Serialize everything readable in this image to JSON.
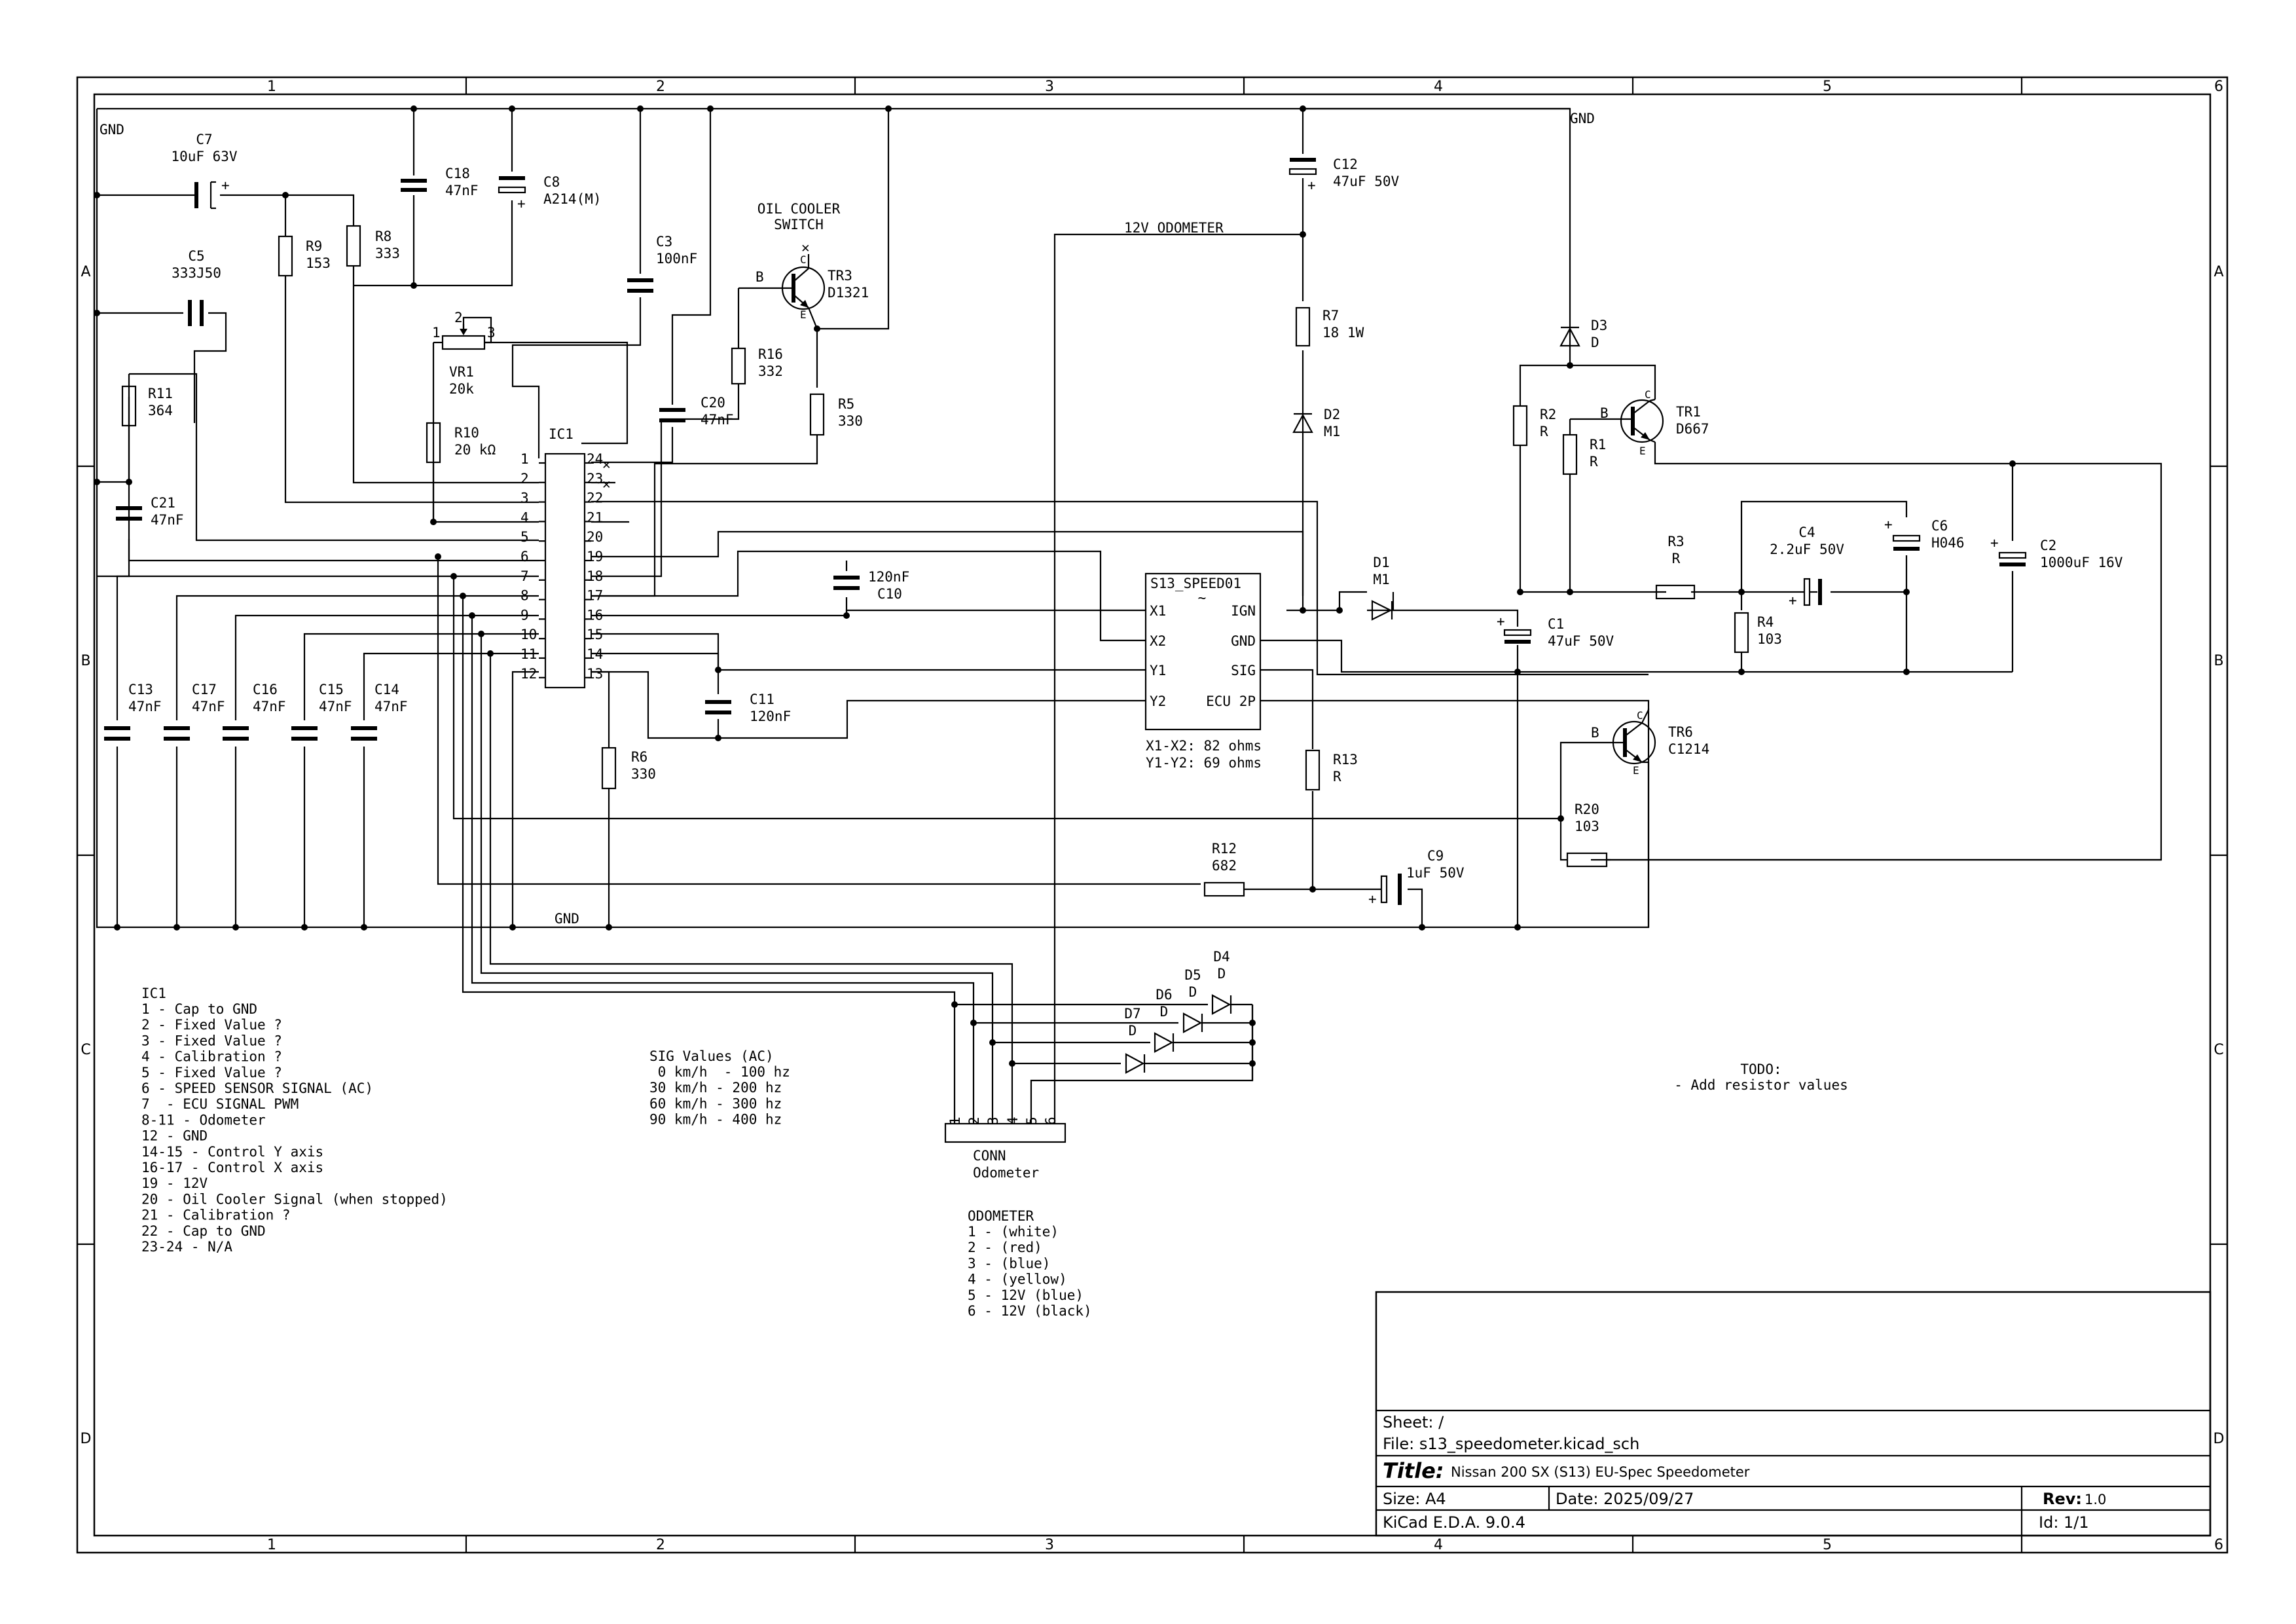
{
  "title_block": {
    "sheet": "Sheet: /",
    "file": "File: s13_speedometer.kicad_sch",
    "title_label": "Title:",
    "title": "Nissan 200 SX (S13) EU-Spec Speedometer",
    "size": "Size: A4",
    "date": "Date: 2025/09/27",
    "rev_label": "Rev:",
    "rev": "1.0",
    "tool": "KiCad E.D.A. 9.0.4",
    "id": "Id: 1/1"
  },
  "zones": {
    "cols": [
      "1",
      "2",
      "3",
      "4",
      "5",
      "6"
    ],
    "rows": [
      "A",
      "B",
      "C",
      "D"
    ]
  },
  "nets": {
    "gnd_top_left": "GND",
    "gnd_top_right": "GND",
    "gnd_bottom": "GND",
    "odometer_12v": "12V ODOMETER"
  },
  "components": {
    "C7": {
      "ref": "C7",
      "value": "10uF 63V"
    },
    "C5": {
      "ref": "C5",
      "value": "333J50"
    },
    "C18": {
      "ref": "C18",
      "value": "47nF"
    },
    "C8": {
      "ref": "C8",
      "value": "A214(M)"
    },
    "R9": {
      "ref": "R9",
      "value": "153"
    },
    "R8": {
      "ref": "R8",
      "value": "333"
    },
    "C3": {
      "ref": "C3",
      "value": "100nF"
    },
    "TR3": {
      "ref": "TR3",
      "value": "D1321"
    },
    "VR1": {
      "ref": "VR1",
      "value": "20k"
    },
    "R11": {
      "ref": "R11",
      "value": "364"
    },
    "R10": {
      "ref": "R10",
      "value": "20 kΩ"
    },
    "C20": {
      "ref": "C20",
      "value": "47nF"
    },
    "R16": {
      "ref": "R16",
      "value": "332"
    },
    "R5": {
      "ref": "R5",
      "value": "330"
    },
    "IC1": {
      "ref": "IC1"
    },
    "C21": {
      "ref": "C21",
      "value": "47nF"
    },
    "C10": {
      "ref": "C10",
      "value": "120nF"
    },
    "C11": {
      "ref": "C11",
      "value": "120nF"
    },
    "C13": {
      "ref": "C13",
      "value": "47nF"
    },
    "C17": {
      "ref": "C17",
      "value": "47nF"
    },
    "C16": {
      "ref": "C16",
      "value": "47nF"
    },
    "C15": {
      "ref": "C15",
      "value": "47nF"
    },
    "C14": {
      "ref": "C14",
      "value": "47nF"
    },
    "R6": {
      "ref": "R6",
      "value": "330"
    },
    "C12": {
      "ref": "C12",
      "value": "47uF 50V"
    },
    "R7": {
      "ref": "R7",
      "value": "18 1W"
    },
    "D2": {
      "ref": "D2",
      "value": "M1"
    },
    "D3": {
      "ref": "D3",
      "value": "D"
    },
    "R2": {
      "ref": "R2",
      "value": "R"
    },
    "R1": {
      "ref": "R1",
      "value": "R"
    },
    "TR1": {
      "ref": "TR1",
      "value": "D667"
    },
    "C6": {
      "ref": "C6",
      "value": "H046"
    },
    "C2": {
      "ref": "C2",
      "value": "1000uF 16V"
    },
    "C4": {
      "ref": "C4",
      "value": "2.2uF 50V"
    },
    "R3": {
      "ref": "R3",
      "value": "R"
    },
    "D1": {
      "ref": "D1",
      "value": "M1"
    },
    "C1": {
      "ref": "C1",
      "value": "47uF 50V"
    },
    "R4": {
      "ref": "R4",
      "value": "103"
    },
    "R13": {
      "ref": "R13",
      "value": "R"
    },
    "TR6": {
      "ref": "TR6",
      "value": "C1214"
    },
    "R20": {
      "ref": "R20",
      "value": "103"
    },
    "R12": {
      "ref": "R12",
      "value": "682"
    },
    "C9": {
      "ref": "C9",
      "value": "1uF 50V"
    },
    "D4": {
      "ref": "D4",
      "value": "D"
    },
    "D5": {
      "ref": "D5",
      "value": "D"
    },
    "D6": {
      "ref": "D6",
      "value": "D"
    },
    "D7": {
      "ref": "D7",
      "value": "D"
    },
    "CONN": {
      "ref": "CONN",
      "value": "Odometer"
    }
  },
  "transistor_pins": {
    "b": "B",
    "c": "C",
    "e": "E"
  },
  "oil_cooler_label": [
    "OIL COOLER",
    "SWITCH"
  ],
  "ic1_pins_left": [
    "1",
    "2",
    "3",
    "4",
    "5",
    "6",
    "7",
    "8",
    "9",
    "10",
    "11",
    "12"
  ],
  "ic1_pins_right": [
    "24",
    "23",
    "22",
    "21",
    "20",
    "19",
    "18",
    "17",
    "16",
    "15",
    "14",
    "13"
  ],
  "vr1_pins": [
    "1",
    "2",
    "3"
  ],
  "module": {
    "ref": "S13_SPEED01",
    "value": "~",
    "pins_left": [
      "X1",
      "X2",
      "Y1",
      "Y2"
    ],
    "pins_right": [
      "IGN",
      "GND",
      "SIG",
      "ECU 2P"
    ],
    "resistance": [
      "X1-X2: 82 ohms",
      "Y1-Y2: 69 ohms"
    ]
  },
  "conn_pins": [
    "1",
    "2",
    "3",
    "4",
    "5",
    "6"
  ],
  "notes": {
    "ic1_header": "IC1",
    "ic1_lines": [
      "1 - Cap to GND",
      "2 - Fixed Value ?",
      "3 - Fixed Value ?",
      "4 - Calibration ?",
      "5 - Fixed Value ?",
      "6 - SPEED SENSOR SIGNAL (AC)",
      "7  - ECU SIGNAL PWM",
      "8-11 - Odometer",
      "12 - GND",
      "14-15 - Control Y axis",
      "16-17 - Control X axis",
      "19 - 12V",
      "20 - Oil Cooler Signal (when stopped)",
      "21 - Calibration ?",
      "22 - Cap to GND",
      "23-24 - N/A"
    ],
    "sig_header": "SIG Values (AC)",
    "sig_lines": [
      " 0 km/h  - 100 hz",
      "30 km/h - 200 hz",
      "60 km/h - 300 hz",
      "90 km/h - 400 hz"
    ],
    "odo_header": "ODOMETER",
    "odo_lines": [
      "1 - (white)",
      "2 - (red)",
      "3 - (blue)",
      "4 - (yellow)",
      "5 - 12V (blue)",
      "6 - 12V (black)"
    ],
    "todo_header": "TODO:",
    "todo_line": "- Add resistor values"
  }
}
